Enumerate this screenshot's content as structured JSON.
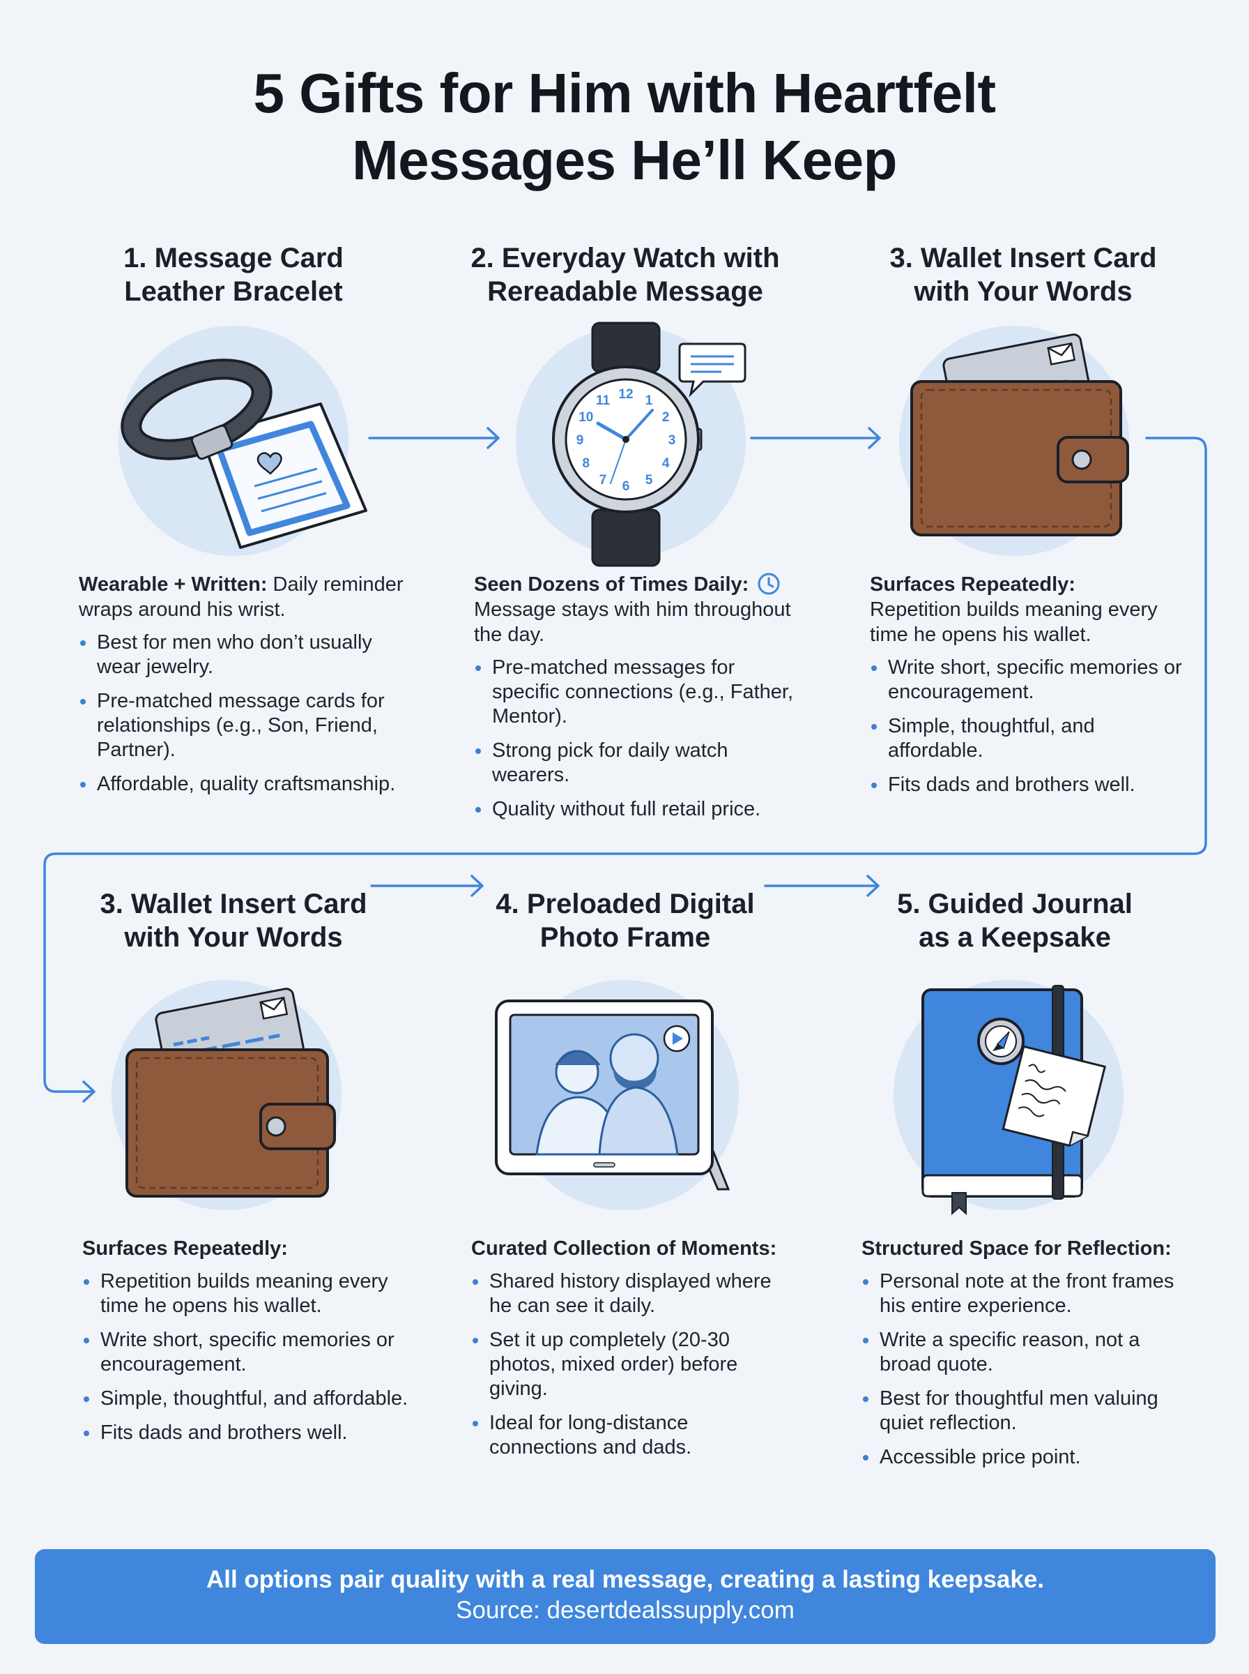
{
  "title": {
    "line1": "5 Gifts for Him with Heartfelt",
    "line2": "Messages He’ll Keep"
  },
  "icons": [
    "bracelet-card-icon",
    "watch-icon",
    "speech-bubble-icon",
    "wallet-icon",
    "clock-icon",
    "photo-frame-icon",
    "play-icon",
    "journal-icon",
    "compass-icon",
    "note-icon"
  ],
  "colors": {
    "accent": "#3f86dc",
    "circle": "#d8e6f6",
    "leather": "#8f5a3c",
    "background": "#f1f4f9"
  },
  "cards": [
    {
      "title1": "1. Message Card",
      "title2": "Leather Bracelet",
      "lead_bold": "Wearable + Written:",
      "lead_text": " Daily reminder wraps around his wrist.",
      "bullets": [
        "Best for men who don’t usually wear jewelry.",
        "Pre-matched message cards for relationships (e.g., Son, Friend, Partner).",
        "Affordable, quality craftsmanship."
      ]
    },
    {
      "title1": "2. Everyday Watch with",
      "title2": "Rereadable Message",
      "lead_bold": "Seen Dozens of Times Daily:",
      "lead_text": "Message stays with him throughout the day.",
      "bullets": [
        "Pre-matched messages for specific connections (e.g., Father, Mentor).",
        "Strong pick for daily watch wearers.",
        "Quality without full retail price."
      ]
    },
    {
      "title1": "3. Wallet Insert Card",
      "title2": "with Your Words",
      "lead_bold": "Surfaces Repeatedly:",
      "lead_text": "Repetition builds meaning every time he opens his wallet.",
      "bullets": [
        "Write short, specific memories or encouragement.",
        "Simple, thoughtful, and affordable.",
        "Fits dads and brothers well."
      ]
    },
    {
      "title1": "3. Wallet Insert Card",
      "title2": "with Your Words",
      "lead_bold": "Surfaces Repeatedly:",
      "bullets": [
        "Repetition builds meaning every time he opens his wallet.",
        "Write short, specific memories or encouragement.",
        "Simple, thoughtful, and affordable.",
        "Fits dads and brothers well."
      ]
    },
    {
      "title1": "4. Preloaded Digital",
      "title2": "Photo Frame",
      "lead_bold": "Curated Collection of Moments:",
      "bullets": [
        "Shared history displayed where he can see it daily.",
        "Set it up completely (20-30 photos, mixed order) before giving.",
        "Ideal for long-distance connections and dads."
      ]
    },
    {
      "title1": "5. Guided Journal",
      "title2": "as a Keepsake",
      "lead_bold": "Structured Space for Reflection:",
      "bullets": [
        "Personal note at the front frames his entire experience.",
        "Write a specific reason, not a broad quote.",
        "Best for thoughtful men valuing quiet reflection.",
        "Accessible price point."
      ]
    }
  ],
  "watch_numbers": [
    "12",
    "1",
    "2",
    "3",
    "4",
    "5",
    "6",
    "7",
    "8",
    "9",
    "10",
    "11"
  ],
  "footer": {
    "main": "All options pair quality with a real message, creating a lasting keepsake.",
    "source": "Source: desertdealssupply.com"
  }
}
